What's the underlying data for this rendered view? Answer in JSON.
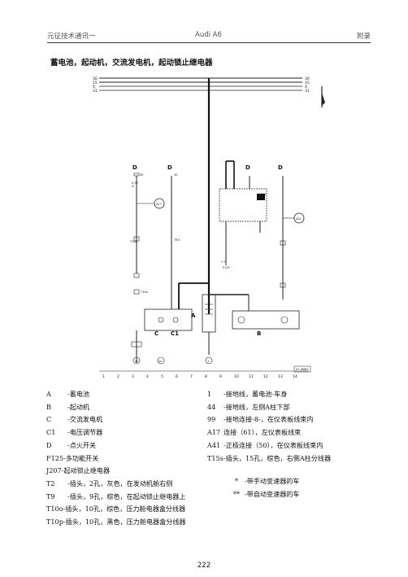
{
  "header": {
    "left": "元征技术通讯一",
    "center": "Audi A6",
    "right": "附录"
  },
  "title": "蓄电池，起动机，交流发电机，起动锁止继电器",
  "diagram": {
    "bus_left": [
      "30",
      "15",
      "X",
      "31"
    ],
    "bus_right": [
      "30",
      "15",
      "X",
      "31"
    ],
    "bottom_numbers": [
      "1",
      "2",
      "3",
      "4",
      "5",
      "6",
      "7",
      "8",
      "9",
      "10",
      "11",
      "12",
      "13",
      "14"
    ],
    "part_labels": [
      "A",
      "B",
      "C",
      "C1",
      "A17",
      "A41",
      "99",
      "44",
      "T10p",
      "T10o",
      "T2",
      "T9",
      "T15s",
      "F125",
      "J207",
      "D"
    ],
    "plate": "97-16880"
  },
  "legend_left": [
    {
      "k": "A",
      "v": "-蓄电池"
    },
    {
      "k": "B",
      "v": "-起动机"
    },
    {
      "k": "C",
      "v": "-交流发电机"
    },
    {
      "k": "C1",
      "v": "-电压调节器"
    },
    {
      "k": "D",
      "v": "-点火开关"
    },
    {
      "k": "F125",
      "v": "-多功能开关"
    },
    {
      "k": "J207",
      "v": "-起动锁止继电器"
    },
    {
      "k": "T2",
      "v": "-插头，2孔，灰色，在发动机舱右侧"
    },
    {
      "k": "T9",
      "v": "-插头，9孔，棕色，在起动锁止继电器上"
    },
    {
      "k": "T10o",
      "v": "-插头，10孔，棕色，压力舱电器盒分线器"
    },
    {
      "k": "T10p",
      "v": "-插头，10孔，黑色，压力舱电器盒分线器"
    }
  ],
  "legend_right": [
    {
      "k": "1",
      "v": "-接地线，蓄电池-车身"
    },
    {
      "k": "44",
      "v": "-接地线，左侧A柱下部"
    },
    {
      "k": "99",
      "v": "-接地连接-8-，在仪表板线束内"
    },
    {
      "k": "A17",
      "v": "连接（61），左仪表板线束"
    },
    {
      "k": "A41",
      "v": "-正极连接（50），在仪表板线束内"
    },
    {
      "k": "T15s",
      "v": "-插头，15孔，棕色，右侧A柱分线器"
    }
  ],
  "notes": [
    {
      "k": "*",
      "v": "-带手动变速器的车"
    },
    {
      "k": "**",
      "v": "-带自动变速器的车"
    }
  ],
  "page_number": "222"
}
